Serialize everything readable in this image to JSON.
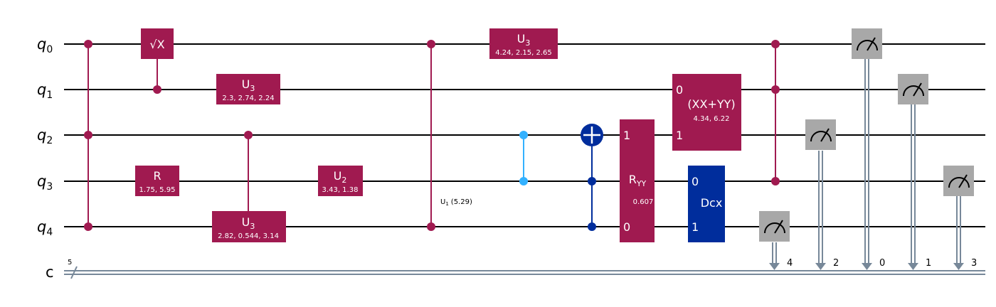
{
  "qubits": [
    {
      "label": "q",
      "index": "0"
    },
    {
      "label": "q",
      "index": "1"
    },
    {
      "label": "q",
      "index": "2"
    },
    {
      "label": "q",
      "index": "3"
    },
    {
      "label": "q",
      "index": "4"
    }
  ],
  "classical": {
    "label": "c",
    "size": "5"
  },
  "colors": {
    "gate": "#a01a50",
    "cz_light": "#33b1ff",
    "dark": "#002d9c",
    "measure": "#a8a8a8",
    "classical_wire": "#778899"
  },
  "gates": {
    "sx": {
      "text": "√X"
    },
    "u3_q0": {
      "name": "U",
      "sub": "3",
      "params": "4.24, 2.15, 2.65"
    },
    "u3_q1": {
      "name": "U",
      "sub": "3",
      "params": "2.3, 2.74, 2.24"
    },
    "u3_q4": {
      "name": "U",
      "sub": "3",
      "params": "2.82, 0.544, 3.14"
    },
    "r": {
      "name": "R",
      "params": "1.75, 5.95"
    },
    "u2": {
      "name": "U",
      "sub": "2",
      "params": "3.43, 1.38"
    },
    "u1": {
      "name": "U",
      "sub": "1",
      "params": "(5.29)"
    },
    "xxyy": {
      "name": "(XX+YY)",
      "params": "4.34, 6.22",
      "port_top": "0",
      "port_bottom": "1"
    },
    "ryy": {
      "name": "R",
      "sub": "YY",
      "params": "0.607",
      "port_top": "1",
      "port_bottom": "0"
    },
    "dcx": {
      "name": "Dcx",
      "port_top": "0",
      "port_bottom": "1"
    }
  },
  "measurements": [
    {
      "qubit": 4,
      "clbit": "4"
    },
    {
      "qubit": 2,
      "clbit": "2"
    },
    {
      "qubit": 0,
      "clbit": "0"
    },
    {
      "qubit": 1,
      "clbit": "1"
    },
    {
      "qubit": 3,
      "clbit": "3"
    }
  ]
}
